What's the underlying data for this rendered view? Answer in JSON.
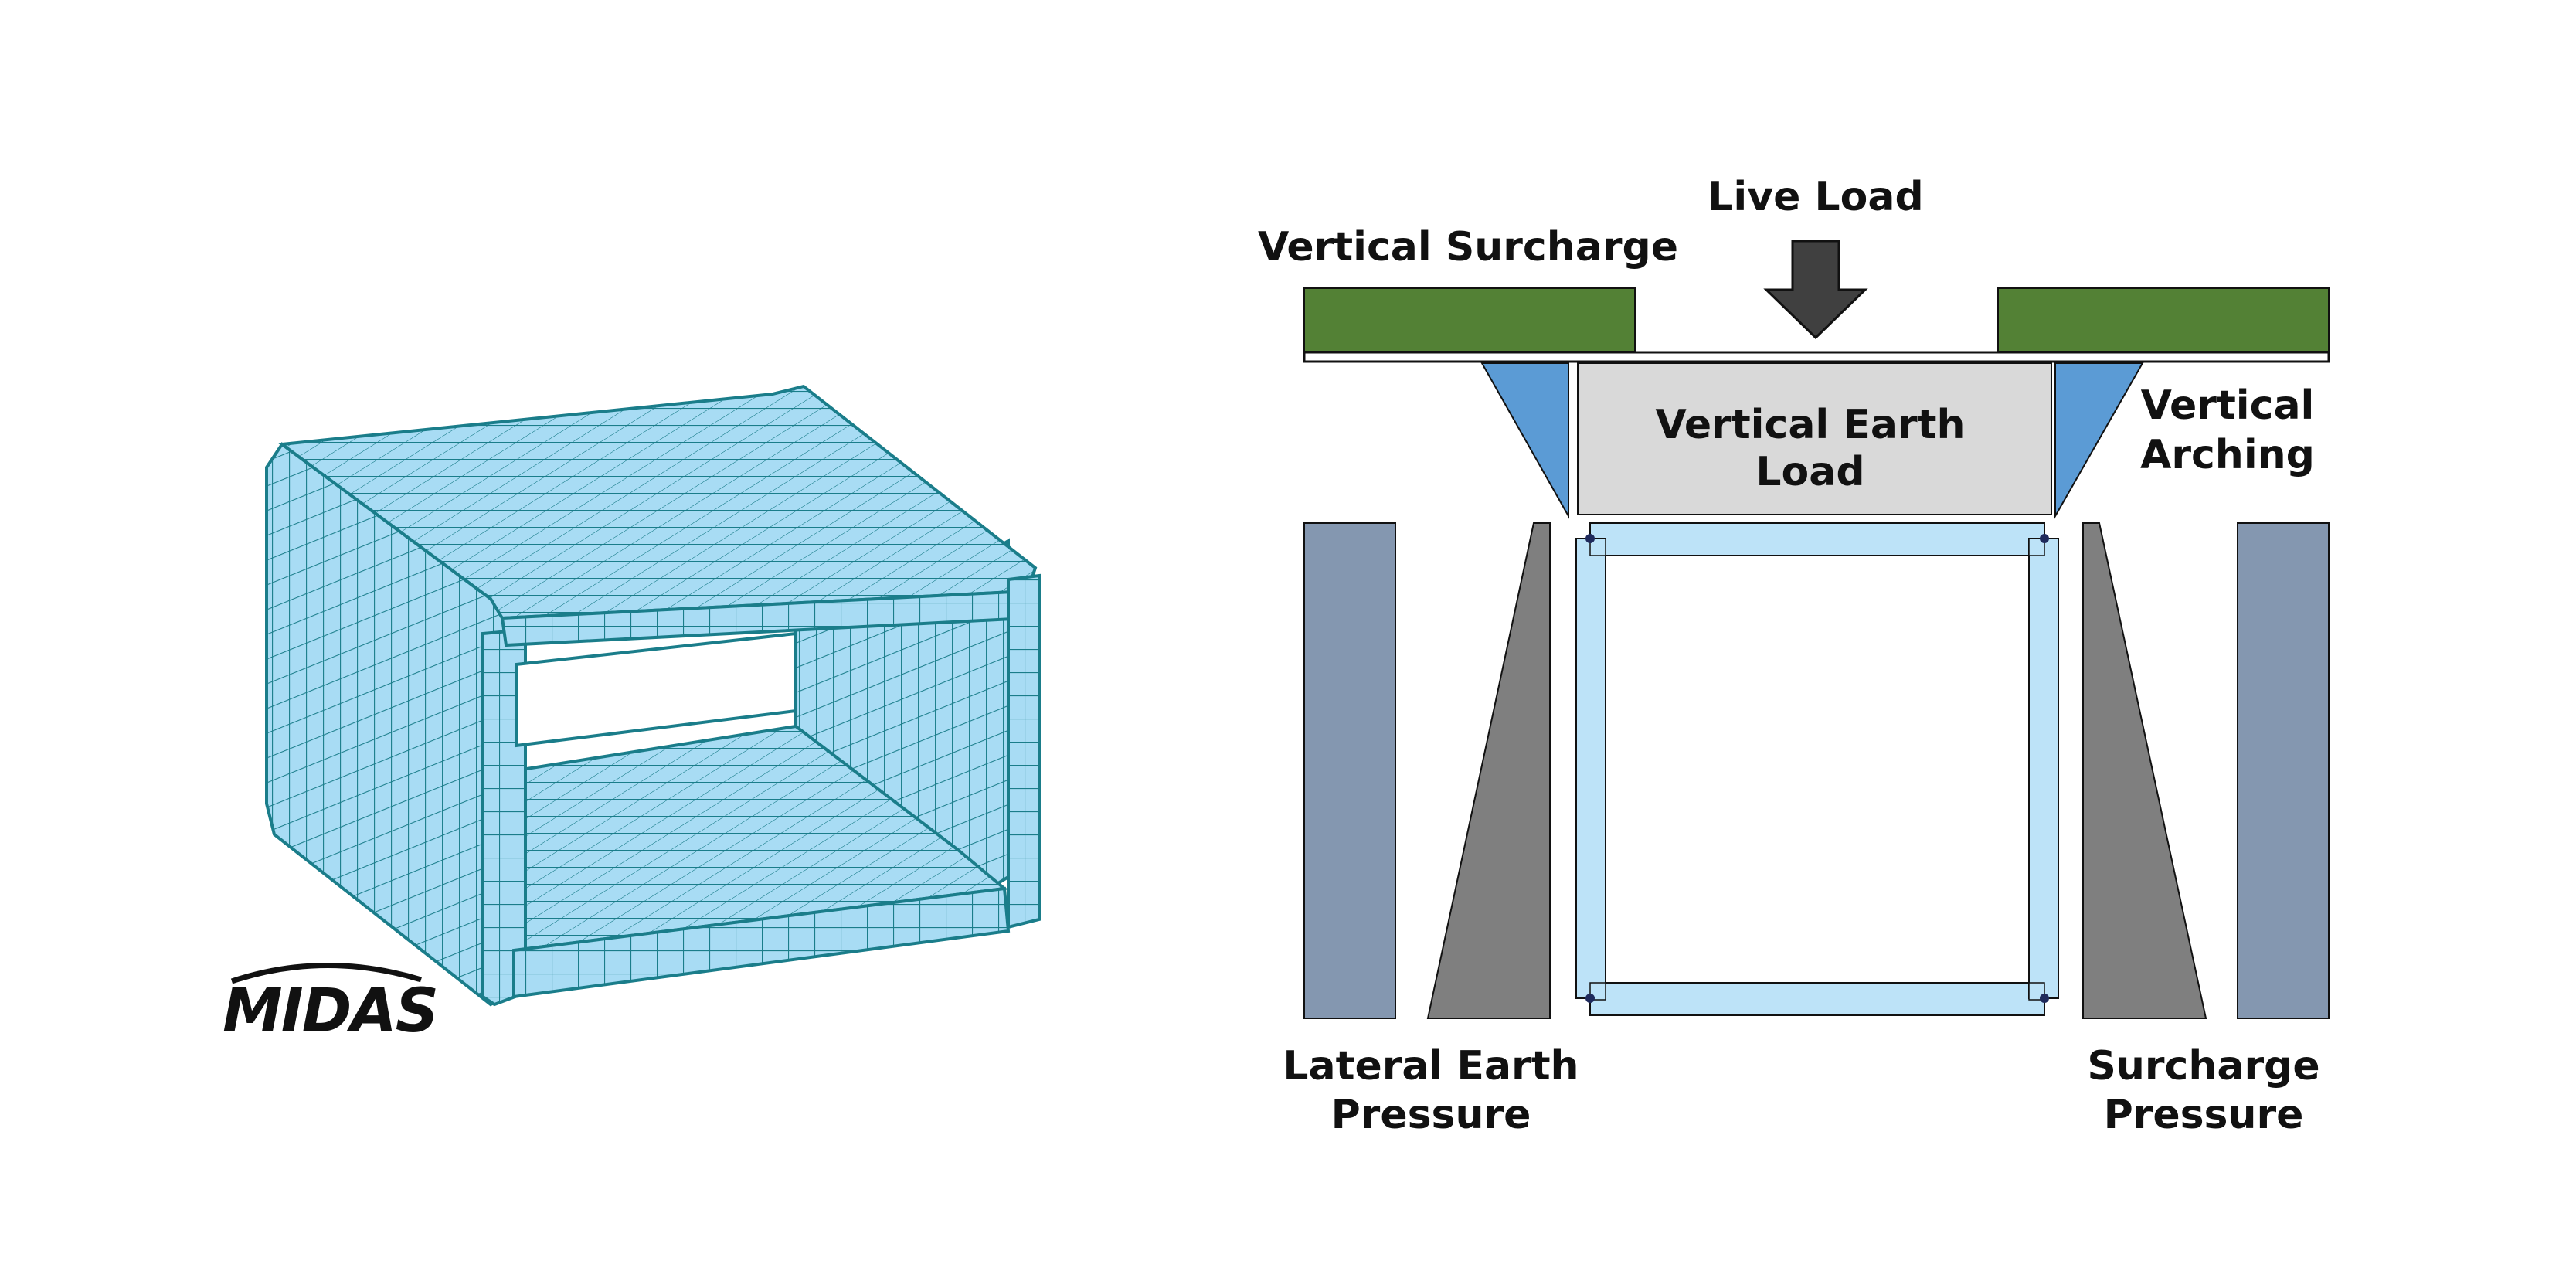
{
  "logo": {
    "text": "MIDAS"
  },
  "labels": {
    "live_load": "Live Load",
    "vertical_surcharge": "Vertical Surcharge",
    "vertical_earth_load_1": "Vertical Earth",
    "vertical_earth_load_2": "Load",
    "vertical_arching_1": "Vertical",
    "vertical_arching_2": "Arching",
    "lateral_earth_1": "Lateral Earth",
    "lateral_earth_2": "Pressure",
    "surcharge_pressure_1": "Surcharge",
    "surcharge_pressure_2": "Pressure"
  },
  "colors": {
    "mesh_fill": "#a8dcf4",
    "mesh_line": "#1a7d8a",
    "surcharge_green": "#538135",
    "arching_blue": "#5b9bd5",
    "earth_load_gray": "#d9d9d9",
    "triangle_gray": "#7f7f7f",
    "surcharge_slate": "#8497b0",
    "arrow_dark": "#404040",
    "culvert_fill": "#bde3f8",
    "node_color": "#1f2a5c"
  }
}
